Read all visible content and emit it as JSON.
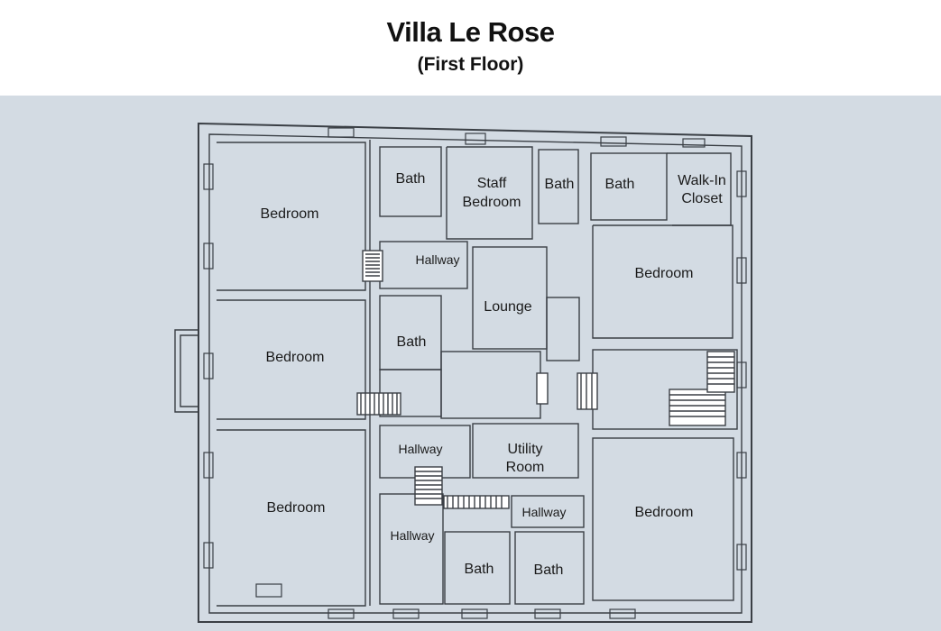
{
  "header": {
    "title": "Villa Le Rose",
    "subtitle": "(First Floor)"
  },
  "colors": {
    "background": "#d3dbe3",
    "wall": "#3a3f45",
    "floor": "#d6dee6"
  },
  "rooms": {
    "bedroom_nw": "Bedroom",
    "bedroom_w": "Bedroom",
    "bedroom_sw": "Bedroom",
    "bedroom_ne": "Bedroom",
    "bedroom_se": "Bedroom",
    "bath_1": "Bath",
    "staff_bedroom_line1": "Staff",
    "staff_bedroom_line2": "Bedroom",
    "bath_2": "Bath",
    "bath_3": "Bath",
    "walk_in_line1": "Walk-In",
    "walk_in_line2": "Closet",
    "hallway_1": "Hallway",
    "lounge": "Lounge",
    "bath_4": "Bath",
    "hallway_2": "Hallway",
    "utility_line1": "Utility",
    "utility_line2": "Room",
    "hallway_3": "Hallway",
    "hallway_4": "Hallway",
    "bath_5": "Bath",
    "bath_6": "Bath"
  }
}
